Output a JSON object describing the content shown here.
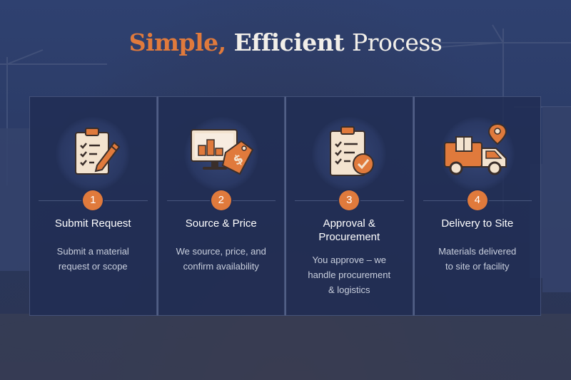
{
  "heading": {
    "part1": "Simple,",
    "part2": "Efficient",
    "part3": "Process"
  },
  "colors": {
    "accent": "#e07a3c",
    "card": "#212d54",
    "text": "#ffffff",
    "muted": "#c9cfdd"
  },
  "steps": [
    {
      "number": "1",
      "icon": "clipboard-pencil-icon",
      "title_lines": [
        "Submit Request"
      ],
      "desc_lines": [
        "Submit a material",
        "request or scope"
      ]
    },
    {
      "number": "2",
      "icon": "monitor-price-tag-icon",
      "title_lines": [
        "Source & Price"
      ],
      "desc_lines": [
        "We source, price, and",
        "confirm availability"
      ]
    },
    {
      "number": "3",
      "icon": "clipboard-check-icon",
      "title_lines": [
        "Approval &",
        "Procurement"
      ],
      "desc_lines": [
        "You approve – we",
        "handle procurement",
        "& logistics"
      ]
    },
    {
      "number": "4",
      "icon": "delivery-truck-icon",
      "title_lines": [
        "Delivery to Site"
      ],
      "desc_lines": [
        "Materials delivered",
        "to site or facility"
      ]
    }
  ]
}
